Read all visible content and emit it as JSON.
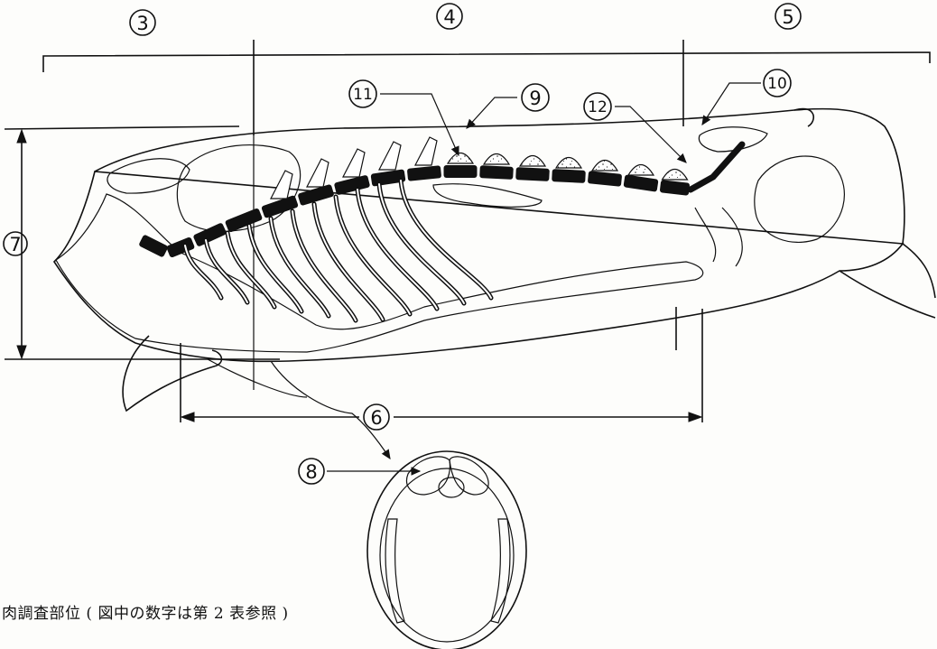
{
  "diagram": {
    "caption": "肉調査部位 ( 図中の数字は第 2 表参照 )",
    "labels": {
      "l3": "3",
      "l4": "4",
      "l5": "5",
      "l6": "6",
      "l7": "7",
      "l8": "8",
      "l9": "9",
      "l10": "10",
      "l11": "11",
      "l12": "12"
    }
  }
}
